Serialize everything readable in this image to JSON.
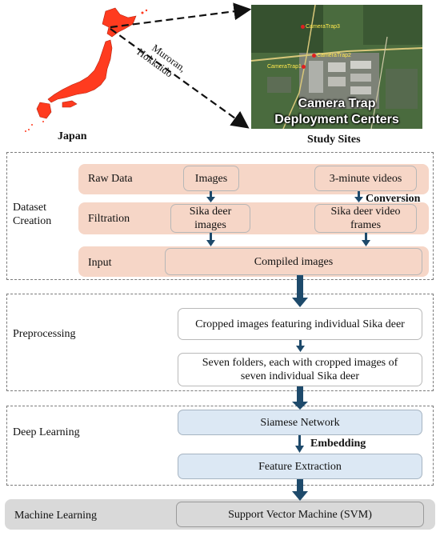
{
  "map": {
    "country_label": "Japan",
    "region_label_line1": "Muroran,",
    "region_label_line2": "Hokkaido"
  },
  "satellite": {
    "title_line1": "Camera Trap",
    "title_line2": "Deployment Centers",
    "caption": "Study Sites",
    "pins": [
      "CameraTrap3",
      "CameraTrap2",
      "CameraTrap1"
    ]
  },
  "dataset_creation": {
    "section_label_line1": "Dataset",
    "section_label_line2": "Creation",
    "rows": {
      "raw_data": "Raw Data",
      "filtration": "Filtration",
      "input": "Input"
    },
    "boxes": {
      "images": "Images",
      "videos": "3-minute  videos",
      "sika_images_line1": "Sika deer",
      "sika_images_line2": "images",
      "sika_frames_line1": "Sika deer video",
      "sika_frames_line2": "frames",
      "compiled": "Compiled images"
    },
    "conversion_label": "Conversion"
  },
  "preprocessing": {
    "section_label": "Preprocessing",
    "cropped": "Cropped images featuring individual Sika deer",
    "folders_line1": "Seven folders, each with cropped images of",
    "folders_line2": "seven individual Sika deer"
  },
  "deep_learning": {
    "section_label": "Deep Learning",
    "siamese": "Siamese Network",
    "embedding_label": "Embedding",
    "feature": "Feature Extraction"
  },
  "machine_learning": {
    "section_label": "Machine Learning",
    "svm": "Support Vector Machine (SVM)"
  },
  "colors": {
    "japan_fill": "#ff3b1f",
    "peach_band": "#f6d6c7",
    "blue_box": "#dce8f4",
    "arrow": "#1e4a6b",
    "ml_band": "#d9d9d9"
  }
}
